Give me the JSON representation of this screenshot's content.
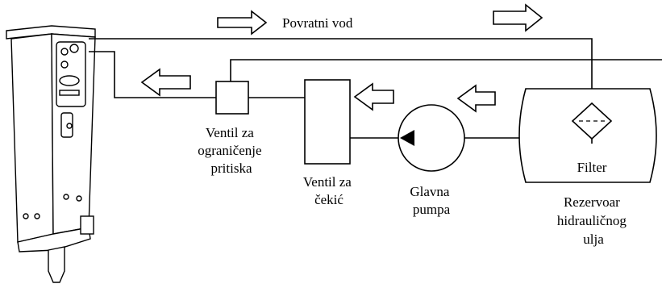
{
  "labels": {
    "return_line": "Povratni vod",
    "relief_valve": [
      "Ventil  za",
      "ograničenje",
      "pritiska"
    ],
    "hammer_valve": [
      "Ventil  za",
      "čekić"
    ],
    "main_pump": [
      "Glavna",
      "pumpa"
    ],
    "filter": "Filter",
    "tank": [
      "Rezervoar",
      "hidrauličnog",
      "ulja"
    ]
  },
  "colors": {
    "line": "#000000",
    "fill": "#ffffff"
  }
}
